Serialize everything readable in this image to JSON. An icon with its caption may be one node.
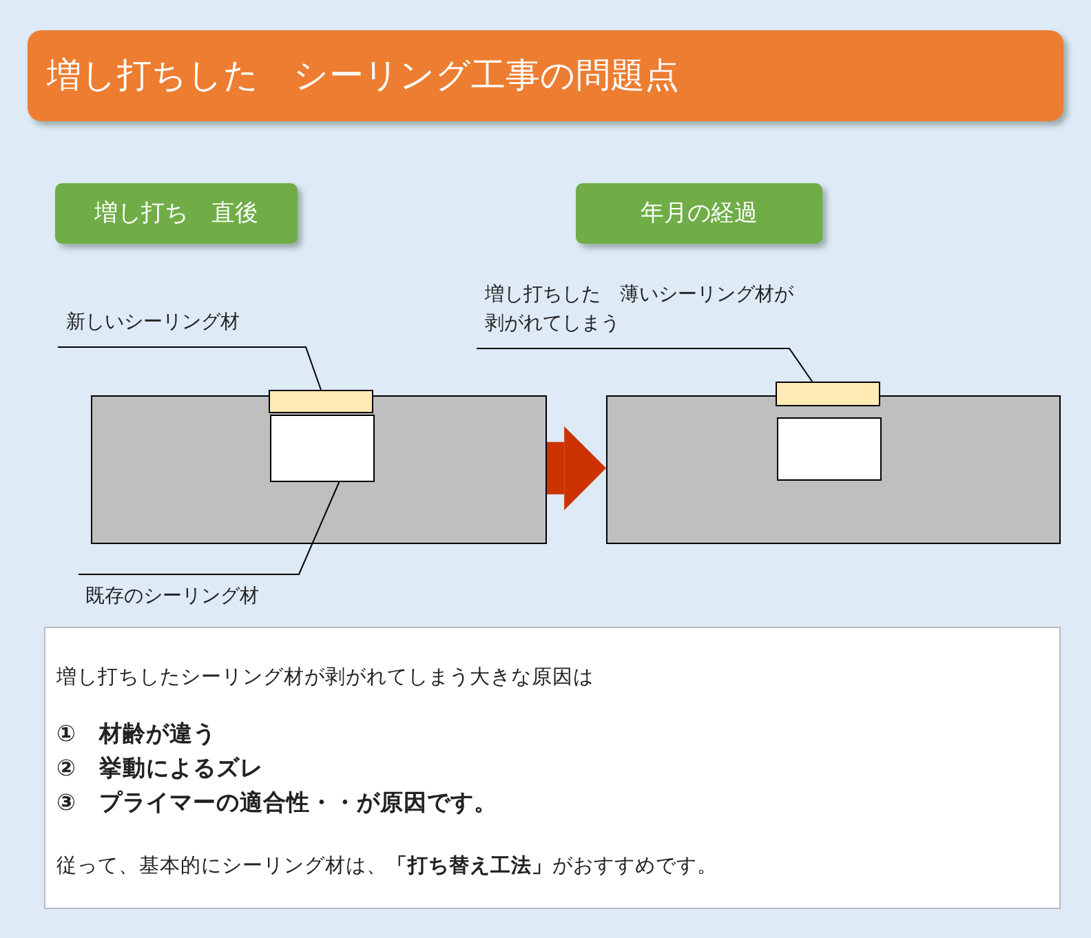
{
  "diagram": {
    "title": "増し打ちした　シーリング工事の問題点",
    "nodes": [
      {
        "text": [
          "増し打ち　直後"
        ]
      },
      {
        "text": [
          "年月の経過"
        ]
      },
      {
        "text": [
          "新しいシーリング材"
        ]
      },
      {
        "text": [],
        "shape": "box"
      },
      {
        "text": [],
        "shape": "box"
      },
      {
        "text": [],
        "shape": "box",
        "in": 3
      },
      {
        "text": [
          "既存のシーリング材"
        ]
      },
      {
        "text": [
          "増し打ちした　薄いシーリング材が剥がれてしまう"
        ]
      },
      {
        "text": [],
        "shape": "box"
      },
      {
        "text": [],
        "shape": "box"
      },
      {
        "text": [],
        "shape": "box",
        "in": 8
      },
      {
        "text": [
          "増し打ちしたシーリング材が剥がれてしまう大きな原因は",
          "①　材齢が違う",
          "②　挙動によるズレ",
          "③　プライマーの適合性・・が原因です。",
          "従って、基本的にシーリング材は、**「打ち替え工法」**がおすすめです。"
        ]
      }
    ],
    "edges": [
      {
        "from": 2,
        "to": 4,
        "arrow": "none"
      },
      {
        "from": 6,
        "to": 5,
        "arrow": "none"
      },
      {
        "from": 7,
        "to": 9,
        "arrow": "none"
      },
      {
        "from": 3,
        "to": 8,
        "arrow": "to",
        "style": "thick",
        "color": "#cc3300"
      }
    ]
  }
}
